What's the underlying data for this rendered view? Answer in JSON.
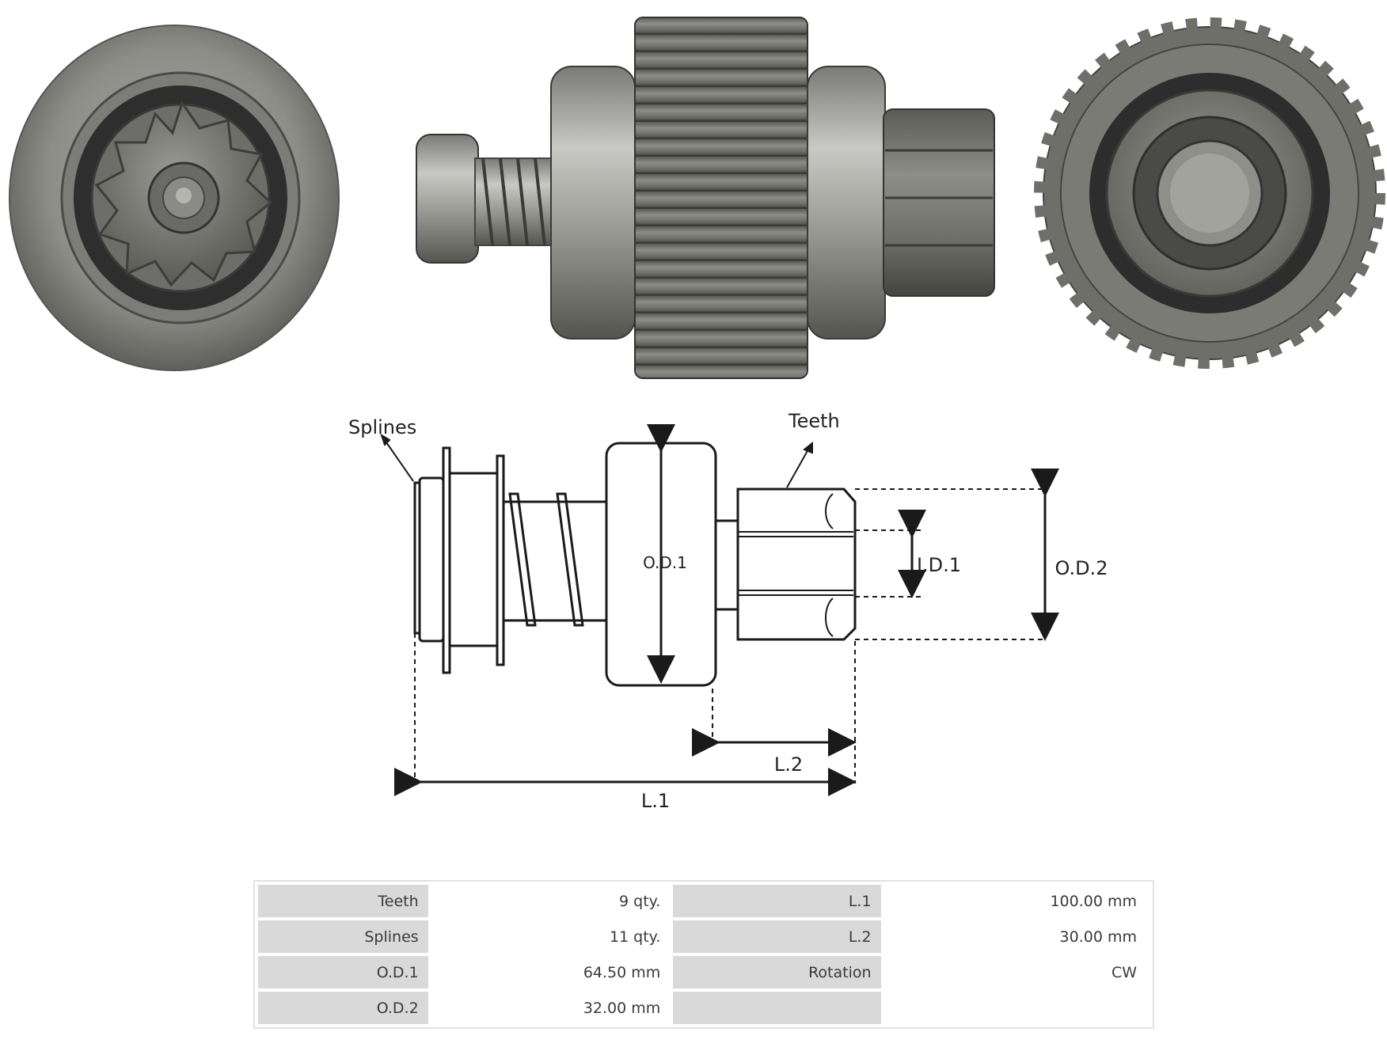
{
  "diagram": {
    "callouts": {
      "splines": "Splines",
      "teeth": "Teeth"
    },
    "dimensions": {
      "od1": "O.D.1",
      "id1": "I.D.1",
      "od2": "O.D.2",
      "l2": "L.2",
      "l1": "L.1"
    }
  },
  "specs": {
    "rows": [
      {
        "k1": "Teeth",
        "v1": "9 qty.",
        "k2": "L.1",
        "v2": "100.00 mm"
      },
      {
        "k1": "Splines",
        "v1": "11 qty.",
        "k2": "L.2",
        "v2": "30.00 mm"
      },
      {
        "k1": "O.D.1",
        "v1": "64.50 mm",
        "k2": "Rotation",
        "v2": "CW"
      },
      {
        "k1": "O.D.2",
        "v1": "32.00 mm",
        "k2": "",
        "v2": ""
      }
    ]
  }
}
